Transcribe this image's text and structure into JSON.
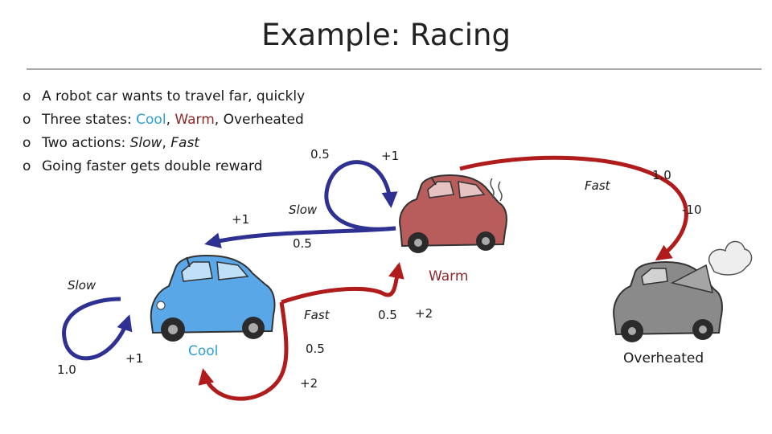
{
  "title": "Example: Racing",
  "bullets": {
    "b1": "A robot car wants to travel far, quickly",
    "b2_prefix": "Three states: ",
    "b2_cool": "Cool",
    "b2_sep1": ", ",
    "b2_warm": "Warm",
    "b2_sep2": ", Overheated",
    "b3_prefix": "Two actions: ",
    "b3_slow": "Slow",
    "b3_sep": ", ",
    "b3_fast": "Fast",
    "b4": "Going faster gets double reward",
    "marker": "o"
  },
  "states": {
    "cool": "Cool",
    "warm": "Warm",
    "overheated": "Overheated"
  },
  "transitions": {
    "cool_slow": {
      "action": "Slow",
      "prob": "1.0",
      "reward": "+1"
    },
    "cool_fast": {
      "action": "Fast",
      "prob_to_cool": "0.5",
      "reward_to_cool": "+2",
      "prob_to_warm": "0.5",
      "reward_to_warm": "+2"
    },
    "warm_slow": {
      "action": "Slow",
      "prob_to_warm": "0.5",
      "reward_to_warm": "+1",
      "prob_to_cool": "0.5",
      "reward_to_cool": "+1"
    },
    "warm_fast": {
      "action": "Fast",
      "prob": "1.0",
      "reward": "-10"
    }
  },
  "colors": {
    "cool": "#2e9fd6",
    "warm": "#8b2a2a",
    "slow_arrow": "#2e3192",
    "fast_arrow": "#b01c1c",
    "blue_car": "#5aa7e8",
    "red_car": "#b85c5c",
    "grey_car": "#8a8a8a"
  }
}
